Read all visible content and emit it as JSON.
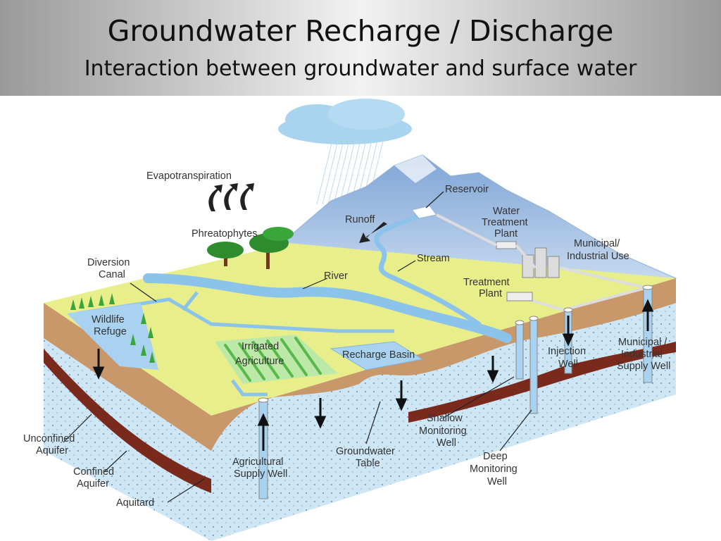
{
  "header": {
    "title": "Groundwater Recharge / Discharge",
    "subtitle": "Interaction between groundwater and surface water"
  },
  "labels": {
    "evapotranspiration": "Evapotranspiration",
    "phreatophytes": "Phreatophytes",
    "runoff": "Runoff",
    "reservoir": "Reservoir",
    "water_treatment_1": "Water",
    "water_treatment_2": "Treatment",
    "water_treatment_3": "Plant",
    "municipal_use_1": "Municipal/",
    "municipal_use_2": "Industrial Use",
    "stream": "Stream",
    "diversion_canal_1": "Diversion",
    "diversion_canal_2": "Canal",
    "river": "River",
    "treatment_plant_1": "Treatment",
    "treatment_plant_2": "Plant",
    "wildlife_refuge_1": "Wildlife",
    "wildlife_refuge_2": "Refuge",
    "irrigated_agriculture_1": "Irrigated",
    "irrigated_agriculture_2": "Agriculture",
    "recharge_basin": "Recharge Basin",
    "injection_well_1": "Injection",
    "injection_well_2": "Well",
    "supply_well_1": "Municipal /",
    "supply_well_2": "Industrial",
    "supply_well_3": "Supply Well",
    "shallow_monitoring_1": "Shallow",
    "shallow_monitoring_2": "Monitoring",
    "shallow_monitoring_3": "Well",
    "deep_monitoring_1": "Deep",
    "deep_monitoring_2": "Monitoring",
    "deep_monitoring_3": "Well",
    "unconfined_aquifer_1": "Unconfined",
    "unconfined_aquifer_2": "Aquifer",
    "confined_aquifer_1": "Confined",
    "confined_aquifer_2": "Aquifer",
    "aquitard": "Aquitard",
    "agricultural_well_1": "Agricultural",
    "agricultural_well_2": "Supply Well",
    "groundwater_table_1": "Groundwater",
    "groundwater_table_2": "Table"
  },
  "colors": {
    "surface_yellow": "#e8ee8a",
    "soil_brown": "#c9986a",
    "aquifer_blue": "#cfe6f5",
    "aquitard_red": "#7a2a1c",
    "water_blue": "#8cc3ea",
    "mountain_blue": "#a9c6e8"
  }
}
